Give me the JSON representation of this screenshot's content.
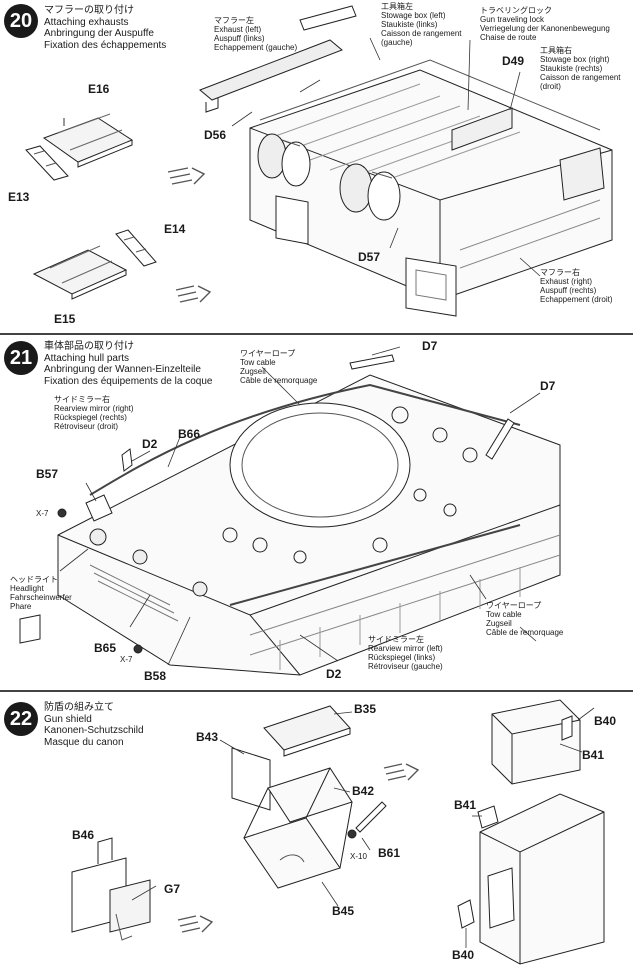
{
  "step20": {
    "number": "20",
    "title": [
      "マフラーの取り付け",
      "Attaching exhausts",
      "Anbringung der Auspuffe",
      "Fixation des échappements"
    ],
    "exhaust_left": [
      "マフラー左",
      "Exhaust (left)",
      "Auspuff (links)",
      "Echappement (gauche)"
    ],
    "stowage_left": [
      "工具箱左",
      "Stowage box (left)",
      "Staukiste (links)",
      "Caisson de rangement",
      "(gauche)"
    ],
    "travel_lock": [
      "トラベリングロック",
      "Gun traveling lock",
      "Verriegelung der Kanonenbewegung",
      "Chaise de route"
    ],
    "stowage_right": [
      "工具箱右",
      "Stowage box (right)",
      "Staukiste (rechts)",
      "Caisson de rangement",
      "(droit)"
    ],
    "exhaust_right": [
      "マフラー右",
      "Exhaust (right)",
      "Auspuff (rechts)",
      "Echappement (droit)"
    ],
    "parts": {
      "e16": "E16",
      "e13": "E13",
      "e14": "E14",
      "e15": "E15",
      "d56": "D56",
      "d49": "D49",
      "d57": "D57"
    }
  },
  "step21": {
    "number": "21",
    "title": [
      "車体部品の取り付け",
      "Attaching hull parts",
      "Anbringung der Wannen-Einzelteile",
      "Fixation des équipements de la coque"
    ],
    "wire_rope_top": [
      "ワイヤーロープ",
      "Tow cable",
      "Zugseil",
      "Câble de remorquage"
    ],
    "mirror_right": [
      "サイドミラー右",
      "Rearview mirror (right)",
      "Rückspiegel (rechts)",
      "Rétroviseur (droit)"
    ],
    "headlight": [
      "ヘッドライト",
      "Headlight",
      "Fahrscheinwerfer",
      "Phare"
    ],
    "wire_rope_bottom": [
      "ワイヤーロープ",
      "Tow cable",
      "Zugseil",
      "Câble de remorquage"
    ],
    "mirror_left": [
      "サイドミラー左",
      "Rearview mirror (left)",
      "Rückspiegel (links)",
      "Rétroviseur (gauche)"
    ],
    "parts": {
      "d7a": "D7",
      "d7b": "D7",
      "d2a": "D2",
      "d2b": "D2",
      "b66": "B66",
      "b57": "B57",
      "b65": "B65",
      "b58": "B58",
      "x7a": "X-7",
      "x7b": "X-7"
    }
  },
  "step22": {
    "number": "22",
    "title": [
      "防盾の組み立て",
      "Gun shield",
      "Kanonen-Schutzschild",
      "Masque du canon"
    ],
    "parts": {
      "b35": "B35",
      "b43": "B43",
      "b42": "B42",
      "b61": "B61",
      "x10": "X-10",
      "b45": "B45",
      "b46": "B46",
      "g7": "G7",
      "b40a": "B40",
      "b41a": "B41",
      "b41b": "B41",
      "b40b": "B40"
    }
  }
}
